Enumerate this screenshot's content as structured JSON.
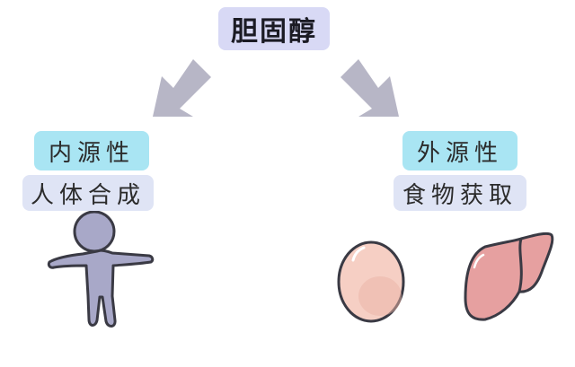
{
  "title": "胆固醇",
  "left": {
    "type_label": "内源性",
    "source_label": "人体合成",
    "illustration": "human-figure-icon"
  },
  "right": {
    "type_label": "外源性",
    "source_label": "食物获取",
    "illustrations": [
      "egg-icon",
      "liver-icon"
    ]
  },
  "colors": {
    "title_bg": "#d8d9f5",
    "type_bg": "#a9e5f3",
    "source_bg": "#dfe4f5",
    "arrow": "#b7b6c6",
    "figure_fill": "#a8a8c8",
    "egg_fill": "#f6cfc4",
    "liver_fill": "#e6a0a0"
  }
}
